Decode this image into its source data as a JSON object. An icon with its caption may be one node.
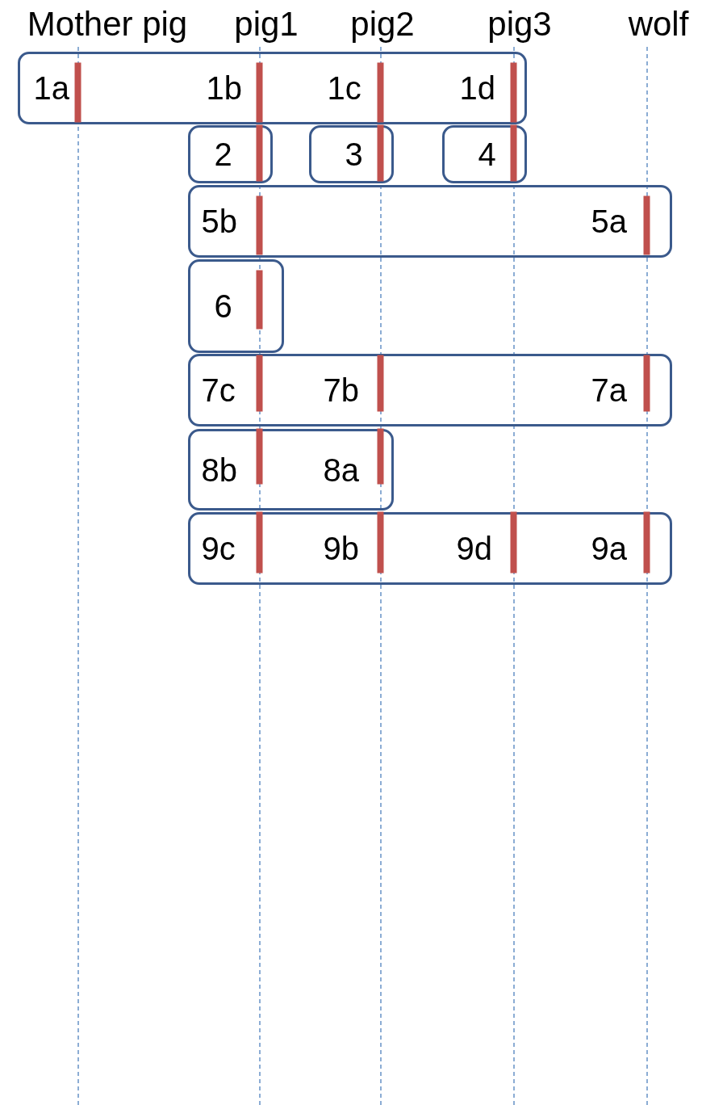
{
  "diagram": {
    "nodes": [
      {
        "text": [
          "Mother pig"
        ]
      },
      {
        "text": [
          "pig1"
        ]
      },
      {
        "text": [
          "pig2"
        ]
      },
      {
        "text": [
          "pig3"
        ]
      },
      {
        "text": [
          "wolf"
        ]
      },
      {
        "text": [
          "1a",
          "1b",
          "1c",
          "1d"
        ]
      },
      {
        "text": [
          "2"
        ]
      },
      {
        "text": [
          "3"
        ]
      },
      {
        "text": [
          "4"
        ]
      },
      {
        "text": [
          "5b",
          "5a"
        ]
      },
      {
        "text": [
          "6"
        ]
      },
      {
        "text": [
          "7c",
          "7b",
          "7a"
        ]
      },
      {
        "text": [
          "8b",
          "8a"
        ]
      },
      {
        "text": [
          "9c",
          "9b",
          "9d",
          "9a"
        ]
      }
    ],
    "edges": [
      {
        "from": 0,
        "to": null,
        "arrow": "none",
        "style": "dashed"
      },
      {
        "from": 1,
        "to": null,
        "arrow": "none",
        "style": "dashed"
      },
      {
        "from": 2,
        "to": null,
        "arrow": "none",
        "style": "dashed"
      },
      {
        "from": 3,
        "to": null,
        "arrow": "none",
        "style": "dashed"
      },
      {
        "from": 4,
        "to": null,
        "arrow": "none",
        "style": "dashed"
      }
    ]
  }
}
